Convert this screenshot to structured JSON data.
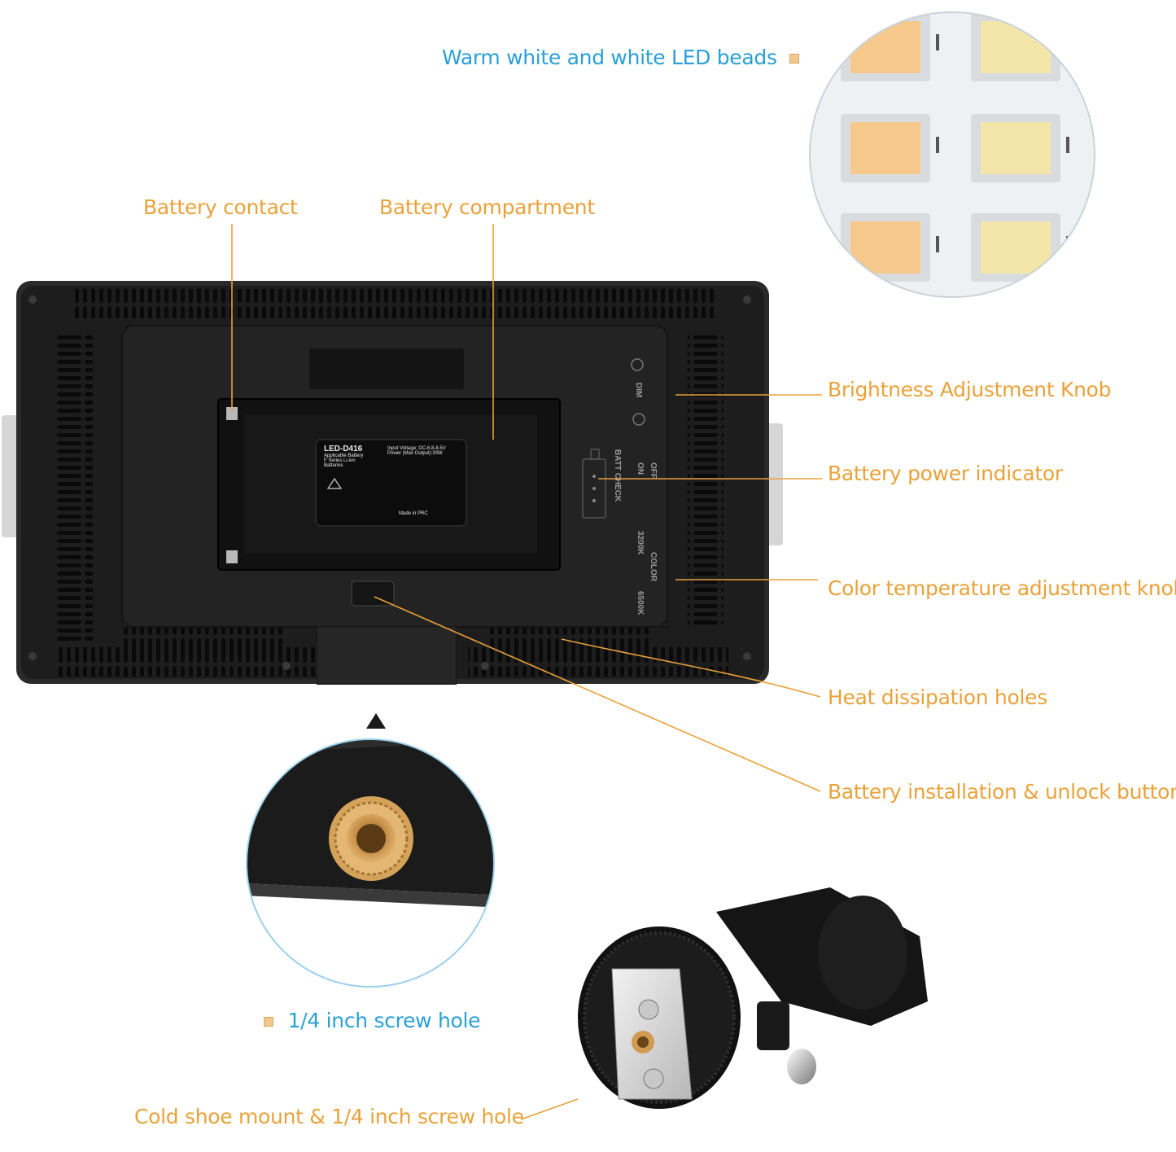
{
  "labels": {
    "leds": "Warm white and white LED beads",
    "battery_contact": "Battery contact",
    "battery_compartment": "Battery compartment",
    "brightness_knob": "Brightness Adjustment Knob",
    "battery_indicator": "Battery power indicator",
    "color_knob": "Color temperature adjustment knob",
    "heat_holes": "Heat dissipation holes",
    "unlock_button": "Battery installation & unlock button",
    "screw_hole": "1/4 inch screw hole",
    "cold_shoe": "Cold shoe mount & 1/4 inch screw hole"
  },
  "device_sticker": {
    "model": "LED-D416",
    "battery_line1": "Applicable Battery",
    "battery_line2": "F Series Li-ion",
    "battery_line3": "Batteries",
    "input": "Input Voltage: DC-6.8-8.5V",
    "power": "Power (Max Output):30W",
    "made_in": "Made in PRC"
  },
  "device_panel": {
    "dim": "DIM",
    "on": "ON",
    "off": "OFF",
    "batt_check": "BATT CHECK",
    "color": "COLOR",
    "k3200": "3200K",
    "k6500": "6500K"
  },
  "colors": {
    "label_orange": "#e9a23a",
    "label_blue": "#2aa0d6",
    "device_body": "#1f1f1f",
    "warm_led": "#f6c88c",
    "white_led": "#f3e6a8"
  }
}
